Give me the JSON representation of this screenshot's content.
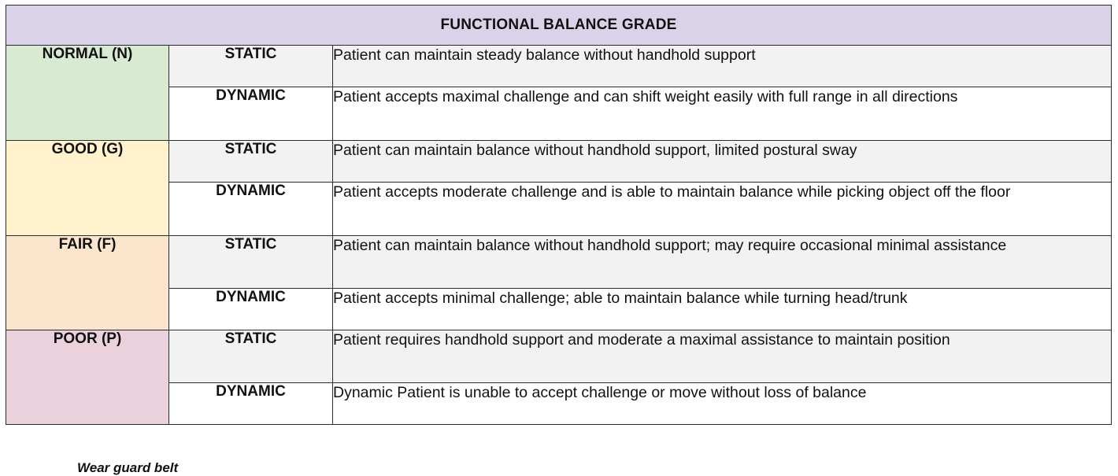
{
  "table": {
    "title": "FUNCTIONAL BALANCE GRADE",
    "colors": {
      "header_bg": "#d9d2e9",
      "static_row_bg": "#f2f2f2",
      "dynamic_row_bg": "#ffffff",
      "border": "#2b2b2b"
    },
    "grades": [
      {
        "label": "NORMAL (N)",
        "color": "#d9ead3",
        "static": {
          "type": "STATIC",
          "description": "Patient can maintain steady balance without handhold support"
        },
        "dynamic": {
          "type": "DYNAMIC",
          "description": "Patient accepts maximal challenge and can shift weight easily with full range in all directions"
        }
      },
      {
        "label": "GOOD (G)",
        "color": "#fff2cc",
        "static": {
          "type": "STATIC",
          "description": "Patient can maintain balance without handhold support, limited postural sway"
        },
        "dynamic": {
          "type": "DYNAMIC",
          "description": "Patient accepts moderate challenge and is able to maintain balance while picking object off the floor"
        }
      },
      {
        "label": "FAIR (F)",
        "color": "#fce5cd",
        "static": {
          "type": "STATIC",
          "description": "Patient can maintain balance without handhold support; may require occasional minimal assistance"
        },
        "dynamic": {
          "type": "DYNAMIC",
          "description": "Patient accepts minimal challenge; able to maintain balance while turning head/trunk"
        }
      },
      {
        "label": "POOR (P)",
        "color": "#ead1dc",
        "static": {
          "type": "STATIC",
          "description": "Patient requires handhold support and moderate a maximal assistance to maintain position"
        },
        "dynamic": {
          "type": "DYNAMIC",
          "description": "Dynamic Patient is unable to accept challenge or move without loss of balance"
        }
      }
    ]
  },
  "footnote": "Wear guard belt"
}
